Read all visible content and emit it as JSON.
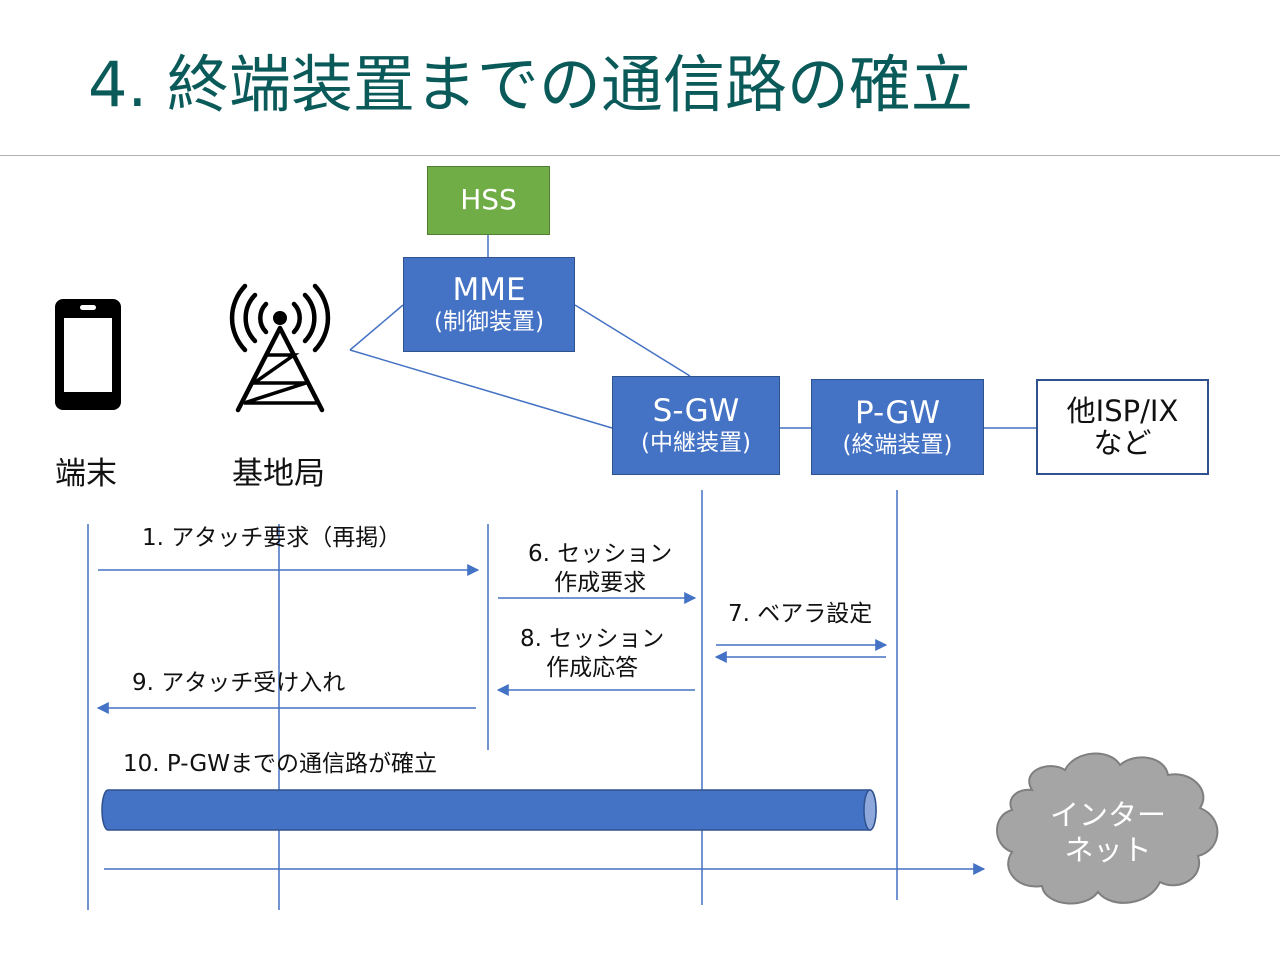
{
  "title": "4. 終端装置までの通信路の確立",
  "nodes": {
    "hss": "HSS",
    "mme": {
      "name": "MME",
      "sub": "(制御装置)"
    },
    "sgw": {
      "name": "S-GW",
      "sub": "(中継装置)"
    },
    "pgw": {
      "name": "P-GW",
      "sub": "(終端装置)"
    },
    "isp": {
      "line1": "他ISP/IX",
      "line2": "など"
    },
    "terminal": "端末",
    "base_station": "基地局",
    "internet": {
      "line1": "インター",
      "line2": "ネット"
    }
  },
  "messages": {
    "m1": "1. アタッチ要求（再掲）",
    "m6": {
      "line1": "6. セッション",
      "line2": "作成要求"
    },
    "m7": "7.  ベアラ設定",
    "m8": {
      "line1": "8. セッション",
      "line2": "作成応答"
    },
    "m9": "9. アタッチ受け入れ",
    "m10": "10. P-GWまでの通信路が確立"
  },
  "colors": {
    "title": "#0b5a5a",
    "accent_blue": "#4472c4",
    "hss_green": "#70ad47",
    "cloud_gray": "#a5a5a5"
  }
}
